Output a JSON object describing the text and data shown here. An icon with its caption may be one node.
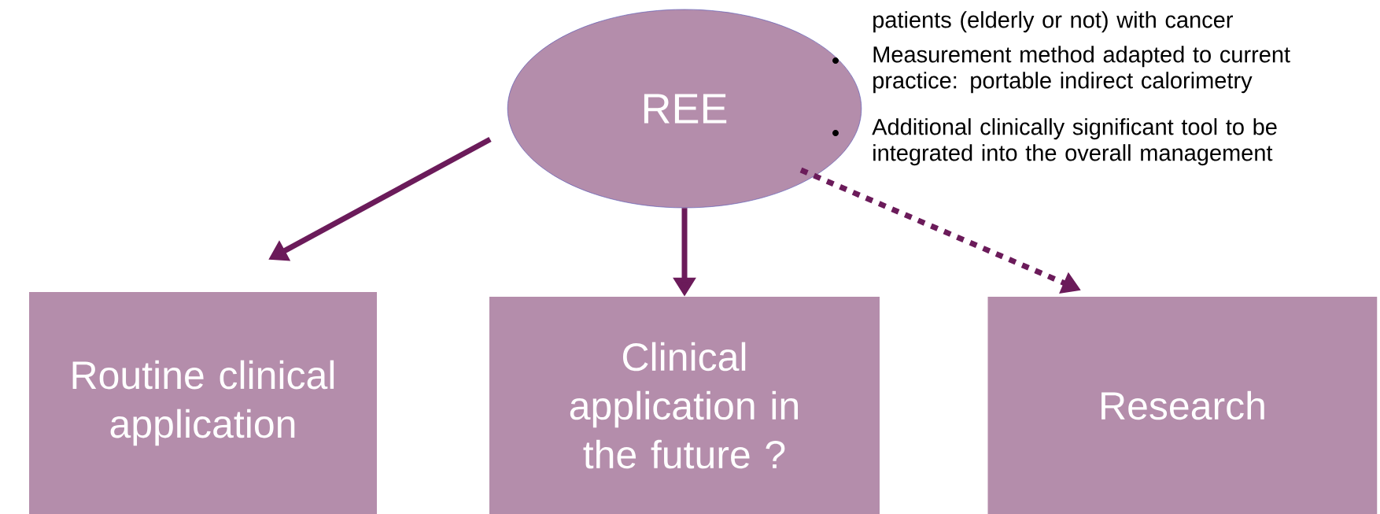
{
  "diagram": {
    "nodes": [
      {
        "text": [
          "Routine clinical application"
        ]
      },
      {
        "text": [
          "Clinical application in the future ?"
        ]
      },
      {
        "text": [
          "Research"
        ]
      },
      {
        "text": [
          "REE"
        ]
      }
    ],
    "edges": [
      {
        "from": 3,
        "to": 0,
        "arrow": "to"
      },
      {
        "from": 3,
        "to": 1,
        "arrow": "to"
      },
      {
        "from": 3,
        "to": 2,
        "arrow": "to",
        "style": "dashed"
      }
    ],
    "labels": [
      "patients (elderly or not) with cancer",
      "Measurement method adapted to current practice: portable indirect calorimetry",
      "Additional clinically significant tool to be integrated into the overall management"
    ]
  }
}
